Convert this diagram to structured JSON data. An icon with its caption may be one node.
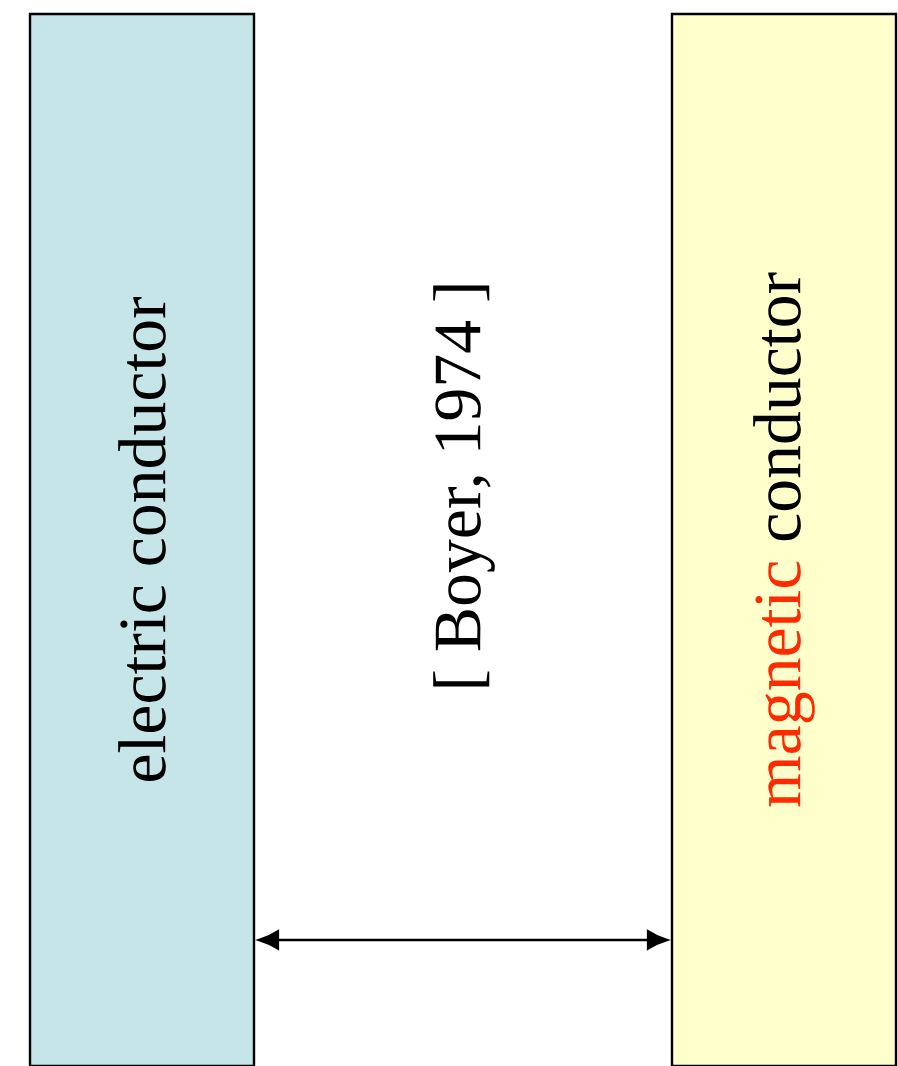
{
  "diagram": {
    "nodes": [
      {
        "text": [
          "electric conductor"
        ]
      },
      {
        "text": [
          "magnetic",
          "conductor"
        ]
      }
    ],
    "edges": [
      {
        "from": 0,
        "to": 1,
        "arrow": "both"
      }
    ],
    "labels": [
      "[ Boyer, 1974 ]"
    ]
  }
}
